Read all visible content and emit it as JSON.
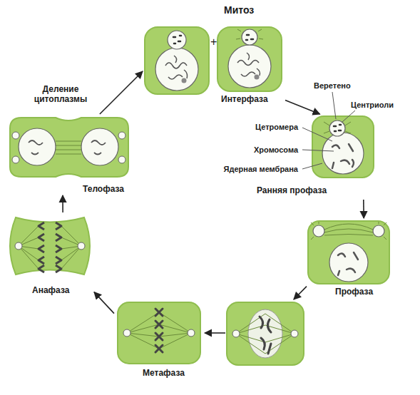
{
  "diagram": {
    "title": "Митоз",
    "nodes": [
      {
        "text": [
          "Интерфаза"
        ]
      },
      {
        "text": [
          "Ранняя профаза"
        ]
      },
      {
        "text": [
          "Профаза"
        ]
      },
      {
        "text": [
          "Метафаза"
        ]
      },
      {
        "text": [
          "Анафаза"
        ]
      },
      {
        "text": [
          "Телофаза"
        ]
      }
    ],
    "edges": [
      {
        "from": 0,
        "to": 1,
        "arrow": "to"
      },
      {
        "from": 1,
        "to": 2,
        "arrow": "to"
      },
      {
        "from": 2,
        "to": 3,
        "arrow": "to"
      },
      {
        "from": 3,
        "to": 4,
        "arrow": "to"
      },
      {
        "from": 4,
        "to": 5,
        "arrow": "to"
      },
      {
        "from": 5,
        "to": 0,
        "label": "Деление цитоплазмы",
        "arrow": "to"
      }
    ],
    "labels": [
      "+",
      "Веретено",
      "Центриоли",
      "Цетромера",
      "Хромосома",
      "Ядерная мембрана"
    ]
  }
}
